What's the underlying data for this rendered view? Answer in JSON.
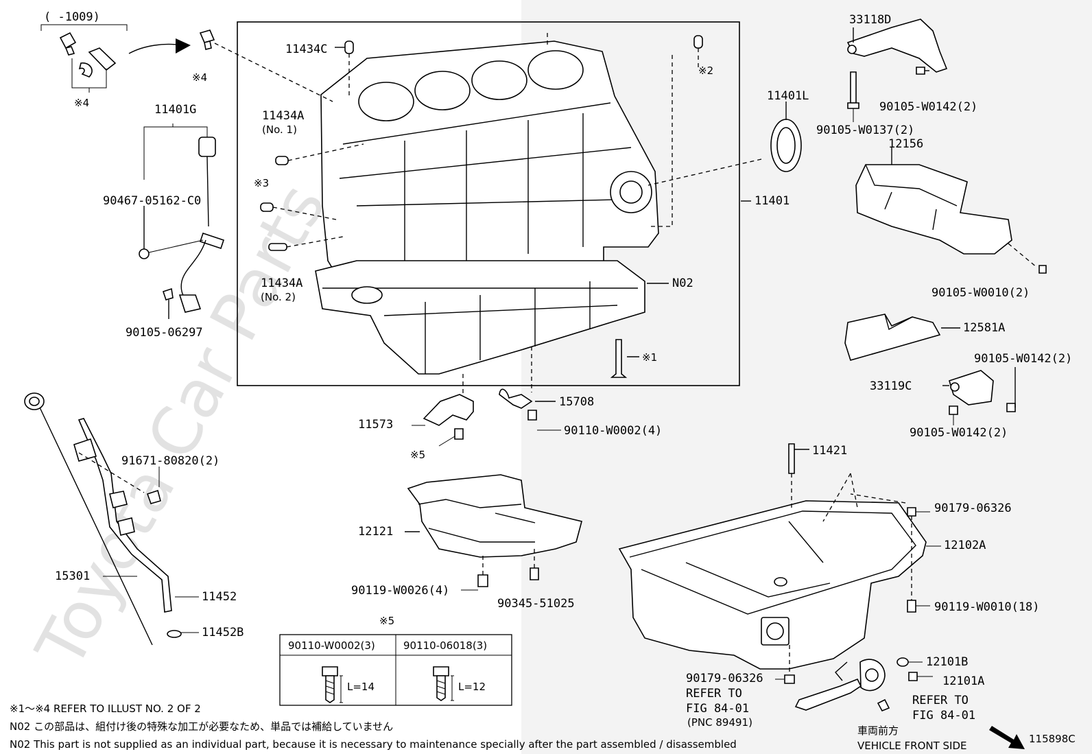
{
  "diagram": {
    "illustration_id": "115898C",
    "labels": {
      "date_range": "(     -1009)",
      "p11434C": "11434C",
      "p11434A_1": "11434A",
      "p11434A_1_sub": "(No. 1)",
      "p11434A_2": "11434A",
      "p11434A_2_sub": "(No. 2)",
      "p11401G": "11401G",
      "p90467": "90467-05162-C0",
      "p90105_06297": "90105-06297",
      "p11401L": "11401L",
      "p11401": "11401",
      "pN02": "N02",
      "p33118D": "33118D",
      "p90105_W0142_a": "90105-W0142(2)",
      "p90105_W0137": "90105-W0137(2)",
      "p12156": "12156",
      "p90105_W0010": "90105-W0010(2)",
      "p12581A": "12581A",
      "p90105_W0142_b": "90105-W0142(2)",
      "p33119C": "33119C",
      "p90105_W0142_c": "90105-W0142(2)",
      "p15708": "15708",
      "p11573": "11573",
      "p90110_W0002": "90110-W0002(4)",
      "p91671": "91671-80820(2)",
      "p11421": "11421",
      "p90179_a": "90179-06326",
      "p12121": "12121",
      "p12102A": "12102A",
      "p15301": "15301",
      "p90119_W0026": "90119-W0026(4)",
      "p90345": "90345-51025",
      "p90119_W0010": "90119-W0010(18)",
      "p11452": "11452",
      "p11452B": "11452B",
      "p12101B": "12101B",
      "p12101A": "12101A",
      "p90179_b": "90179-06326",
      "refer1_a": "REFER TO",
      "refer1_b": "FIG 84-01",
      "refer1_c": "(PNC 89491)",
      "refer2_a": "REFER TO",
      "refer2_b": "FIG 84-01",
      "m1": "※1",
      "m2": "※2",
      "m3": "※3",
      "m4a": "※4",
      "m4b": "※4",
      "m5": "※5"
    },
    "table": {
      "marker": "※5",
      "col1": "90110-W0002(3)",
      "col2": "90110-06018(3)",
      "len1": "L=14",
      "len2": "L=12"
    },
    "notes": {
      "refer": "※1～※4  REFER TO ILLUST NO. 2 OF 2",
      "n02_jp": "N02  この部品は、組付け後の特殊な加工が必要なため、単品では補給していません",
      "n02_en": "N02  This part is not supplied as an individual part, because it is necessary to maintenance specially after the part assembled / disassembled"
    },
    "front": {
      "jp": "車両前方",
      "en": "VEHICLE FRONT SIDE"
    },
    "watermark": "Toyota Car Parts"
  }
}
